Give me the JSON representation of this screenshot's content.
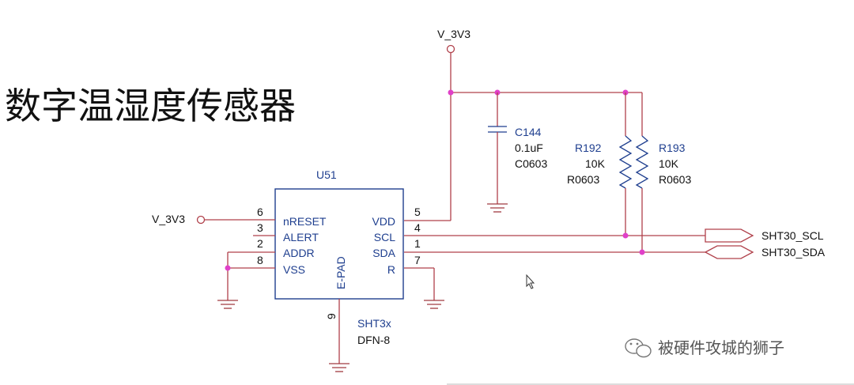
{
  "title": "数字温湿度传感器",
  "watermark": "被硬件攻城的狮子",
  "power_net": "V_3V3",
  "chip": {
    "ref": "U51",
    "part": "SHT3x",
    "package": "DFN-8",
    "epad": "E-PAD",
    "left_pins": [
      {
        "num": "6",
        "name": "nRESET"
      },
      {
        "num": "3",
        "name": "ALERT"
      },
      {
        "num": "2",
        "name": "ADDR"
      },
      {
        "num": "8",
        "name": "VSS"
      }
    ],
    "right_pins": [
      {
        "num": "5",
        "name": "VDD"
      },
      {
        "num": "4",
        "name": "SCL"
      },
      {
        "num": "1",
        "name": "SDA"
      },
      {
        "num": "7",
        "name": "R"
      }
    ],
    "bottom_pin": "9"
  },
  "capacitor": {
    "ref": "C144",
    "value": "0.1uF",
    "package": "C0603"
  },
  "resistors": [
    {
      "ref": "R192",
      "value": "10K",
      "package": "R0603"
    },
    {
      "ref": "R193",
      "value": "10K",
      "package": "R0603"
    }
  ],
  "net_labels": [
    "SHT30_SCL",
    "SHT30_SDA"
  ],
  "colors": {
    "component": "#1f3f8f",
    "wire": "#b0404a",
    "junction": "#e040c8"
  }
}
